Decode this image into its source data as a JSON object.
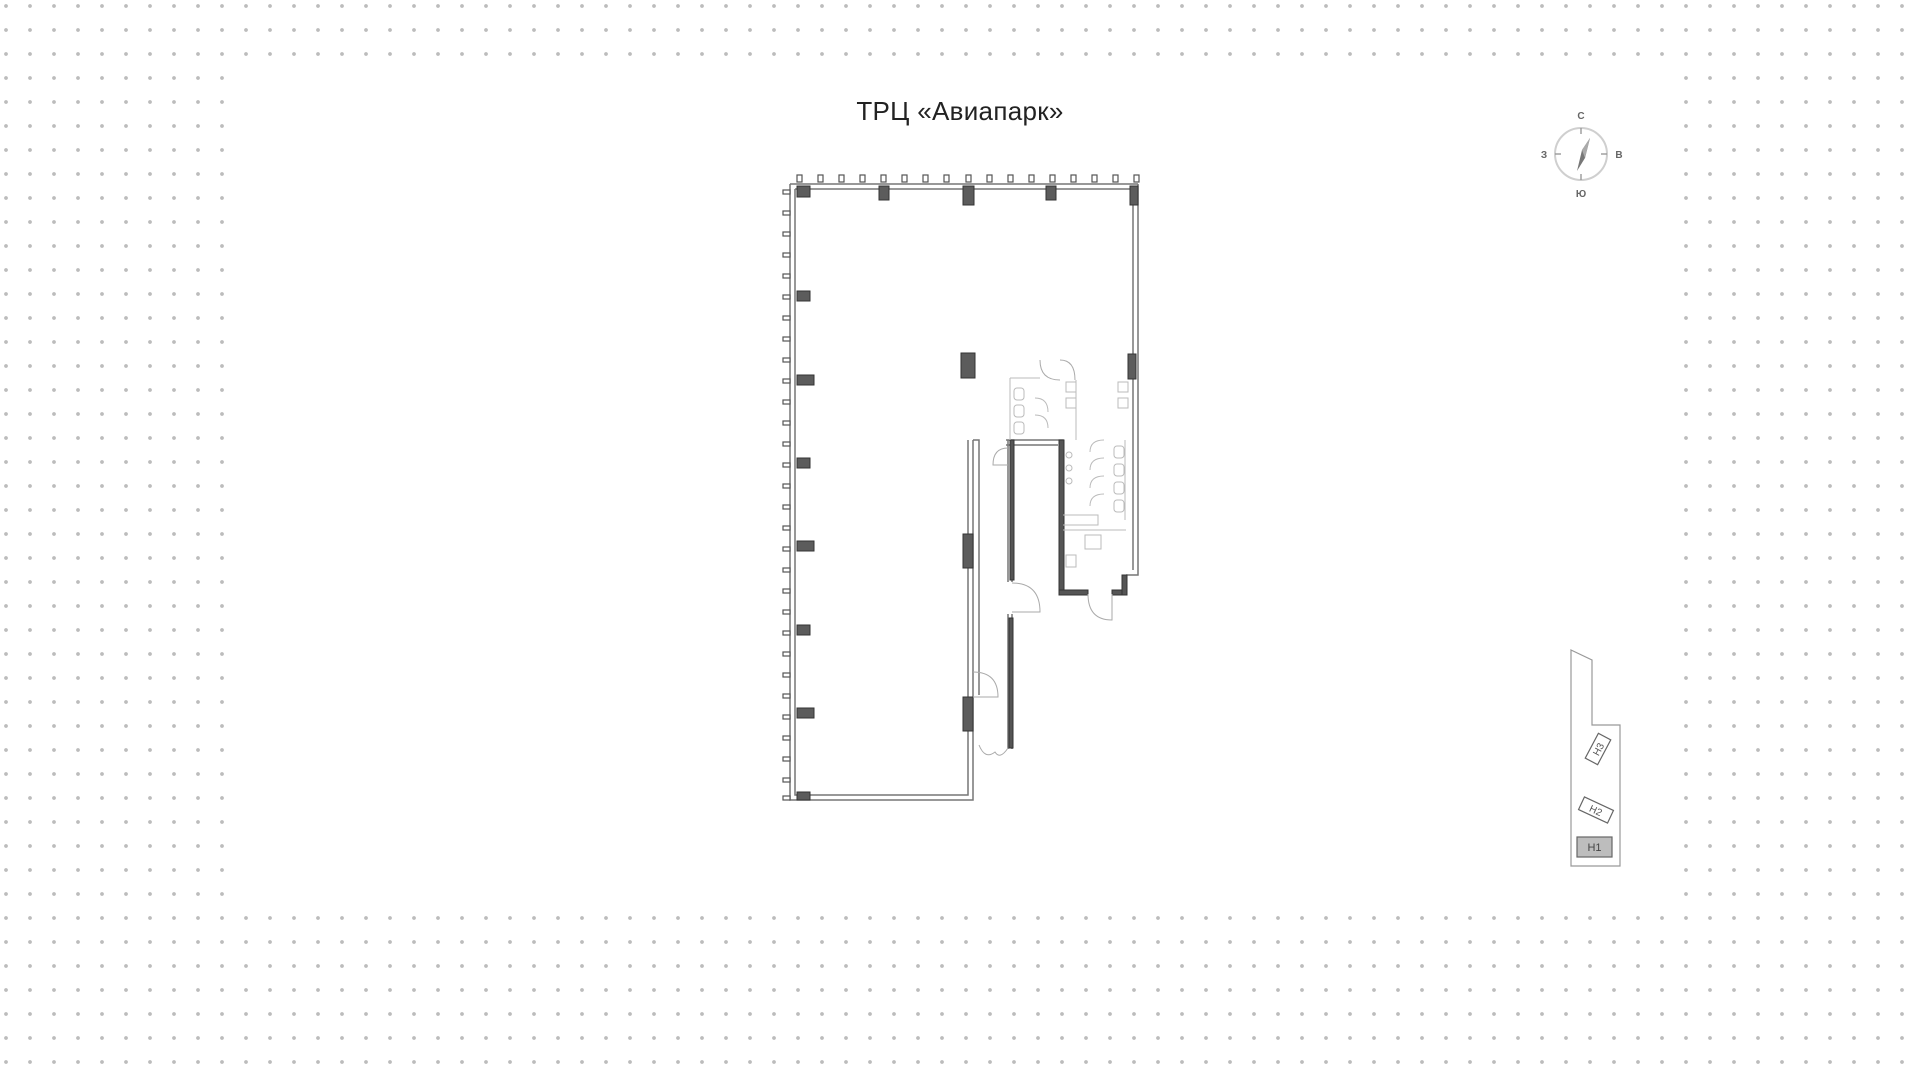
{
  "title": "ТРЦ «Авиапарк»",
  "compass": {
    "north": "С",
    "east": "В",
    "south": "Ю",
    "west": "З"
  },
  "minimap": {
    "sections": [
      {
        "label": "Н3",
        "selected": false
      },
      {
        "label": "Н2",
        "selected": false
      },
      {
        "label": "Н1",
        "selected": true
      }
    ]
  },
  "colors": {
    "wall_dark": "#555555",
    "wall_line": "#777777",
    "fixture_line": "#bbbbbb",
    "dot": "#bcbcbc",
    "selected_section": "#bdbdbd"
  }
}
